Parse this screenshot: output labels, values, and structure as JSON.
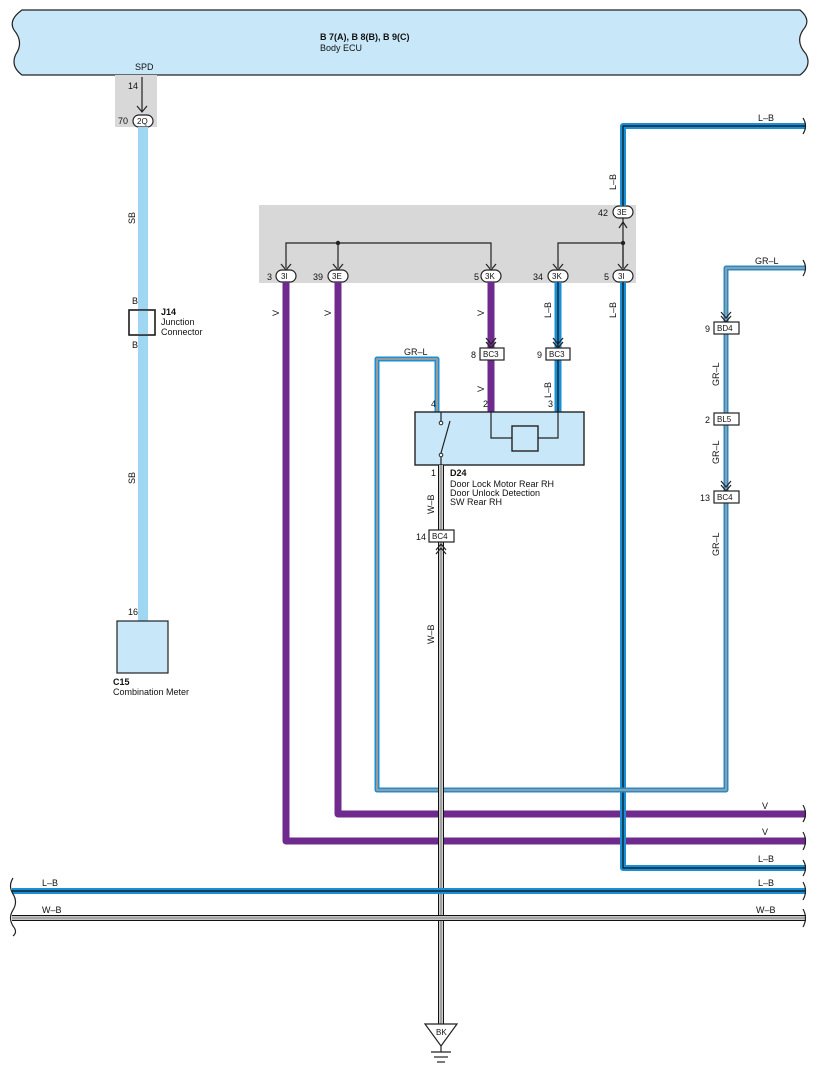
{
  "ecu": {
    "code": "B 7(A), B 8(B), B 9(C)",
    "name": "Body ECU",
    "pin_label": "SPD",
    "pin": "14"
  },
  "colors": {
    "sky_blue": "#9fd6f2",
    "blue": "#1a8fd6",
    "violet": "#6e2a8c",
    "gray_band": "#d8d8d8",
    "component_fill": "#cde9f8"
  },
  "top_connector": {
    "pin": "70",
    "id": "2Q"
  },
  "wire_sb": {
    "color_code": "SB"
  },
  "junction": {
    "code": "J14",
    "name_line1": "Junction",
    "name_line2": "Connector",
    "pin_top": "B",
    "pin_bottom": "B"
  },
  "meter": {
    "code": "C15",
    "name": "Combination Meter",
    "pin": "16"
  },
  "upper_conn": {
    "pin": "42",
    "id": "3E"
  },
  "row_conns": [
    {
      "pin": "3",
      "id": "3I"
    },
    {
      "pin": "39",
      "id": "3E"
    },
    {
      "pin": "5",
      "id": "3K"
    },
    {
      "pin": "34",
      "id": "3K"
    },
    {
      "pin": "5",
      "id": "3I"
    }
  ],
  "wire_codes": {
    "v": "V",
    "lb": "L–B",
    "grl": "GR–L",
    "wb": "W–B",
    "bk": "BK"
  },
  "bc3_left": {
    "pin": "8",
    "id": "BC3"
  },
  "bc3_right": {
    "pin": "9",
    "id": "BC3"
  },
  "right_conns": [
    {
      "pin": "9",
      "id": "BD4"
    },
    {
      "pin": "2",
      "id": "BL5"
    },
    {
      "pin": "13",
      "id": "BC4"
    }
  ],
  "d24": {
    "code": "D24",
    "name_line1": "Door Lock Motor Rear RH",
    "name_line2": "Door Unlock Detection",
    "name_line3": "SW Rear RH",
    "pin4": "4",
    "pin2": "2",
    "pin3": "3",
    "pin1": "1"
  },
  "bc4_lower": {
    "pin": "14",
    "id": "BC4"
  }
}
